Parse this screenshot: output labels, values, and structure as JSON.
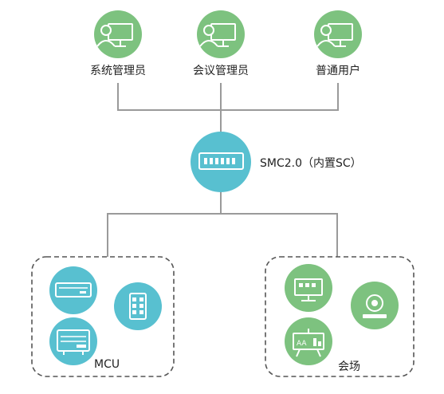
{
  "nodes": {
    "sys_admin": {
      "label": "系统管理员",
      "icon": "user-at-computer-icon"
    },
    "conf_admin": {
      "label": "会议管理员",
      "icon": "user-at-computer-icon"
    },
    "normal_user": {
      "label": "普通用户",
      "icon": "user-at-computer-icon"
    },
    "smc": {
      "label": "SMC2.0（内置SC）",
      "icon": "server-rack-icon"
    }
  },
  "groups": {
    "mcu": {
      "label": "MCU",
      "icons": [
        "mcu-rack-icon",
        "tablet-icon",
        "mcu-device-icon"
      ]
    },
    "site": {
      "label": "会场",
      "icons": [
        "terminal-icon",
        "camera-icon",
        "display-stand-icon"
      ]
    }
  },
  "colors": {
    "green": "#7dc27f",
    "teal": "#58c0d0",
    "line": "#9a9a9a",
    "dash": "#555555"
  }
}
